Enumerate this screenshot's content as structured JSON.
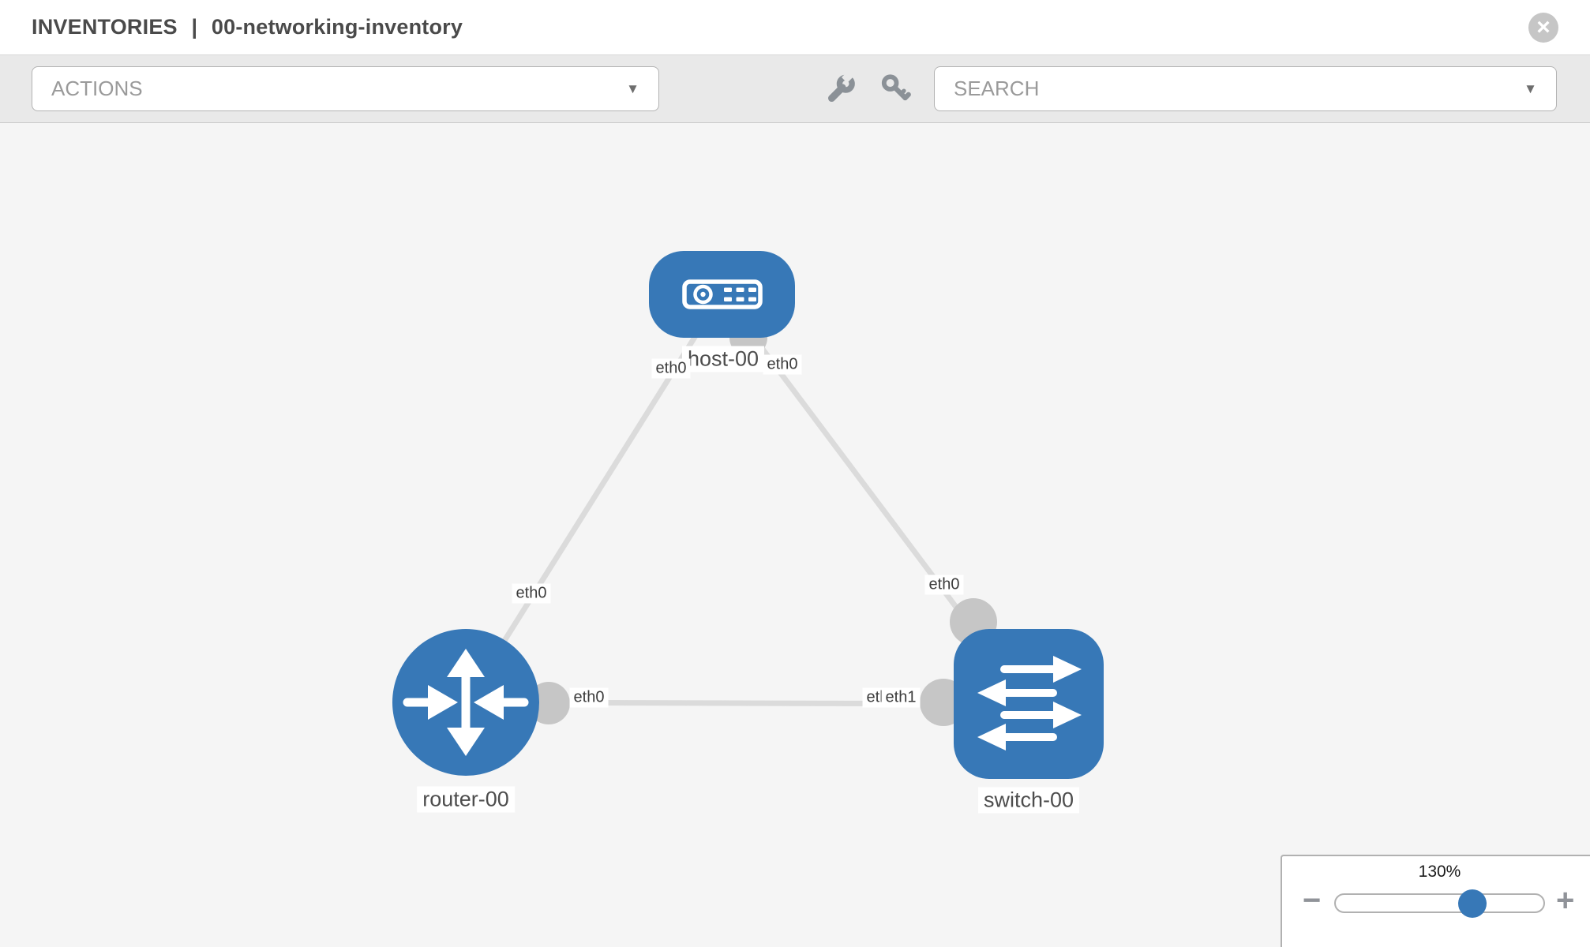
{
  "header": {
    "section": "INVENTORIES",
    "separator": "|",
    "inventory_name": "00-networking-inventory",
    "close_glyph": "×"
  },
  "toolbar": {
    "actions_label": "ACTIONS",
    "search_label": "SEARCH",
    "caret_glyph": "▼"
  },
  "graph": {
    "nodes": [
      {
        "id": "host-00",
        "label": "host-00",
        "type": "host"
      },
      {
        "id": "router-00",
        "label": "router-00",
        "type": "router"
      },
      {
        "id": "switch-00",
        "label": "switch-00",
        "type": "switch"
      }
    ],
    "links": [
      {
        "source": "host-00",
        "target": "router-00",
        "source_interface": "eth0",
        "target_interface": "eth0"
      },
      {
        "source": "host-00",
        "target": "switch-00",
        "source_interface": "eth0",
        "target_interface": "eth0"
      },
      {
        "source": "router-00",
        "target": "switch-00",
        "source_interface": "eth0",
        "target_interface": "eth1"
      }
    ],
    "interface_labels": [
      {
        "label": "eth0"
      },
      {
        "label": "eth0"
      },
      {
        "label": "eth0"
      },
      {
        "label": "eth0"
      },
      {
        "label": "eth0"
      },
      {
        "label": "eth0"
      },
      {
        "label": "eth1"
      }
    ]
  },
  "zoom_control": {
    "level": "130%",
    "minus_glyph": "−",
    "plus_glyph": "+"
  },
  "colors": {
    "node_blue": "#3778b7",
    "link_gray": "#dbdbdb",
    "port_gray": "#c6c6c6",
    "canvas_bg": "#f5f5f5",
    "toolbar_bg": "#e9e9e9",
    "icon_gray": "#8b9197"
  }
}
